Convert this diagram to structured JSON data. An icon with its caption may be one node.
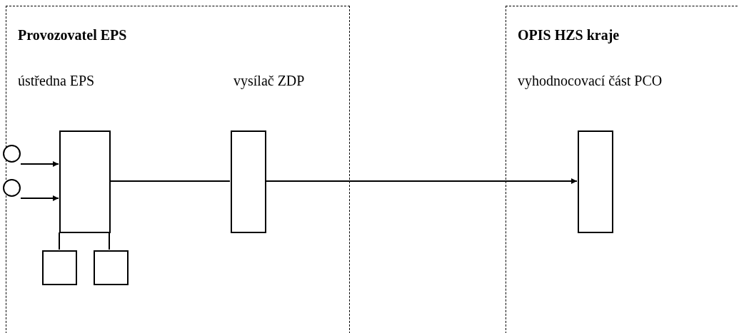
{
  "diagram": {
    "nodes": [
      {
        "text": [
          "Provozovatel EPS"
        ]
      },
      {
        "text": [],
        "shape": "circle"
      },
      {
        "text": [],
        "shape": "circle"
      },
      {
        "text": [],
        "shape": "box",
        "in": 0,
        "beside": [
          "ústředna EPS"
        ]
      },
      {
        "text": [],
        "shape": "box",
        "in": 0
      },
      {
        "text": [],
        "shape": "box",
        "in": 0
      },
      {
        "text": [],
        "shape": "box",
        "in": 0,
        "beside": [
          "vysílač ZDP"
        ]
      },
      {
        "text": [
          "OPIS HZS kraje"
        ]
      },
      {
        "text": [],
        "shape": "box",
        "in": 7,
        "beside": [
          "vyhodnocovací část PCO"
        ]
      }
    ],
    "edges": [
      {
        "from": 1,
        "to": 3,
        "arrow": "to"
      },
      {
        "from": 2,
        "to": 3,
        "arrow": "to"
      },
      {
        "from": 3,
        "to": 4,
        "arrow": "none"
      },
      {
        "from": 3,
        "to": 5,
        "arrow": "none"
      },
      {
        "from": 3,
        "to": 6,
        "arrow": "none"
      },
      {
        "from": 6,
        "to": 8,
        "arrow": "to"
      }
    ]
  }
}
